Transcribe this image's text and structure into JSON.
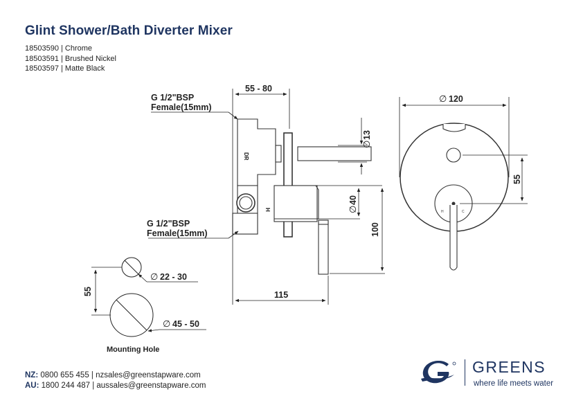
{
  "header": {
    "title": "Glint Shower/Bath Diverter Mixer",
    "variants": [
      "18503590 | Chrome",
      "18503591 | Brushed Nickel",
      "18503597 | Matte Black"
    ]
  },
  "drawing": {
    "label_thread_top_1": "G 1/2\"BSP",
    "label_thread_top_2": "Female(15mm)",
    "label_thread_bottom_1": "G 1/2\"BSP",
    "label_thread_bottom_2": "Female(15mm)",
    "dim_depth": "55 - 80",
    "dim_spout_dia": "13",
    "dim_handle_dia": "40",
    "dim_height": "100",
    "dim_length": "115",
    "dim_plate_dia": "120",
    "dim_centers": "55",
    "mark_dr": "DR",
    "mark_h": "H",
    "mark_c": "C",
    "dia_symbol": "∅",
    "mount_small": "22 - 30",
    "mount_large": "45 - 50",
    "mount_spacing": "55",
    "mount_caption": "Mounting Hole"
  },
  "footer": {
    "nz_label": "NZ:",
    "nz_text": "0800 655 455 | nzsales@greenstapware.com",
    "au_label": "AU:",
    "au_text": "1800 244 487 | aussales@greenstapware.com"
  },
  "brand": {
    "name": "GREENS",
    "tagline": "where life meets water",
    "color": "#1f3561"
  }
}
